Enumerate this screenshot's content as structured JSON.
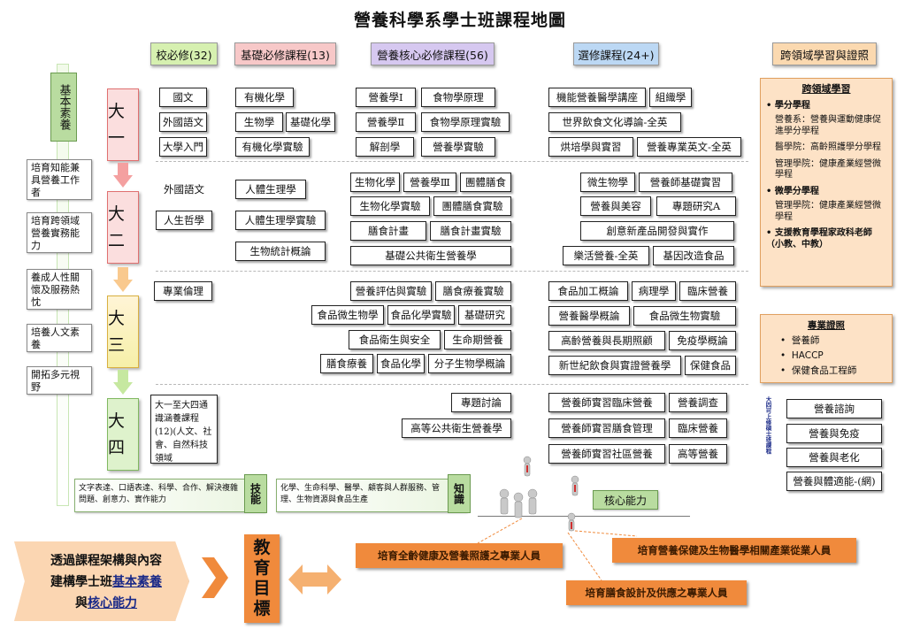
{
  "title": "營養科學系學士班課程地圖",
  "headers": {
    "school_required": "校必修(32)",
    "basic_required": "基礎必修課程(13)",
    "core_required": "營養核心必修課程(56)",
    "elective": "選修課程(24+)",
    "cross_domain": "跨領域學習與證照"
  },
  "goals": {
    "basic_literacy": "基本素養",
    "g1": "培育知能兼具營養工作者",
    "g2": "培育跨領域營養實務能力",
    "g3": "養成人性關懷及服務熱忱",
    "g4": "培養人文素養",
    "g5": "開拓多元視野"
  },
  "years": [
    "大一",
    "大二",
    "大三",
    "大四"
  ],
  "school_courses": {
    "y1": [
      "國文",
      "外國語文",
      "大學入門"
    ],
    "y2": [
      "外國語文",
      "人生哲學"
    ],
    "y3": [
      "專業倫理"
    ],
    "y4_note": "大一至大四通識涵養課程(12)(人文、社會、自然科技領域"
  },
  "basic_courses": {
    "y1": [
      "有機化學",
      "生物學",
      "基礎化學",
      "有機化學實驗"
    ],
    "y2": [
      "人體生理學",
      "人體生理學實驗",
      "生物統計概論"
    ]
  },
  "core_courses": {
    "y1": [
      "營養學I",
      "食物學原理",
      "營養學Ⅱ",
      "食物學原理實驗",
      "解剖學",
      "營養學實驗"
    ],
    "y2": [
      "生物化學",
      "營養學Ⅲ",
      "團體膳食",
      "生物化學實驗",
      "團體膳食實驗",
      "膳食計畫",
      "膳食計畫實驗",
      "基礎公共衛生營養學"
    ],
    "y3": [
      "營養評估與實驗",
      "膳食療養實驗",
      "食品微生物學",
      "食品化學實驗",
      "基礎研究",
      "食品衛生與安全",
      "生命期營養",
      "膳食療養",
      "食品化學",
      "分子生物學概論"
    ],
    "y4": [
      "專題討論",
      "高等公共衛生營養學"
    ]
  },
  "elective_courses": {
    "y1": [
      "機能營養醫學講座",
      "組織學",
      "世界飲食文化導論-全英",
      "烘培學與實習",
      "營養專業英文-全英"
    ],
    "y2": [
      "微生物學",
      "營養師基礎實習",
      "營養與美容",
      "專題研究A",
      "創意新產品開發與實作",
      "樂活營養-全英",
      "基因改造食品"
    ],
    "y3": [
      "食品加工概論",
      "病理學",
      "臨床營養",
      "營養醫學概論",
      "食品微生物實驗",
      "高齡營養與長期照顧",
      "免疫學概論",
      "新世紀飲食與實證營養學",
      "保健食品"
    ],
    "y4": [
      "營養師實習臨床營養",
      "營養調查",
      "營養師實習膳食管理",
      "臨床營養",
      "營養師實習社區營養",
      "高等營養"
    ]
  },
  "cross_domain": {
    "title": "跨領域學習",
    "items": [
      {
        "label": "學分學程",
        "sub": [
          "營養系：營養與運動健康促進學分學程",
          "醫學院：高齡照護學分學程",
          "管理學院：健康產業經營微學程"
        ]
      },
      {
        "label": "微學分學程",
        "sub": [
          "管理學院：健康產業經營微學程"
        ]
      },
      {
        "label": "支援教育學程家政科老師（小教、中教）",
        "sub": []
      }
    ]
  },
  "certification": {
    "title": "專業證照",
    "items": [
      "營養師",
      "HACCP",
      "保健食品工程師"
    ]
  },
  "y4_options": {
    "vertical_note": "大四可上修碩士班課程",
    "items": [
      "營養諮詢",
      "營養與免疫",
      "營養與老化",
      "營養與體適能-(網)"
    ]
  },
  "skills": {
    "text": "文字表達、口語表達、科學、合作、解決複雜問題、創意力、實作能力",
    "label": "技能"
  },
  "knowledge": {
    "text": "化學、生命科學、醫學、顧客與人群服務、管理、生物資源與食品生產",
    "label": "知識"
  },
  "core_ability": "核心能力",
  "bottom": {
    "statement": [
      "透過課程架構與內容",
      "建構學士班",
      "基本素養",
      "與",
      "核心能力"
    ],
    "edu_goal": [
      "教",
      "育",
      "目",
      "標"
    ],
    "goal1": "培育全齡健康及營養照護之專業人員",
    "goal2": "培育營養保健及生物醫學相關產業從業人員",
    "goal3": "培育膳食設計及供應之專業人員"
  },
  "colors": {
    "school_hdr": "#d6f0b0",
    "basic_hdr": "#f7c8c8",
    "core_hdr": "#d6c8f0",
    "elective_hdr": "#bcd8f4",
    "cross_hdr": "#fbd9b0",
    "orange": "#f08a3c",
    "green_box": "#b9dca0"
  }
}
